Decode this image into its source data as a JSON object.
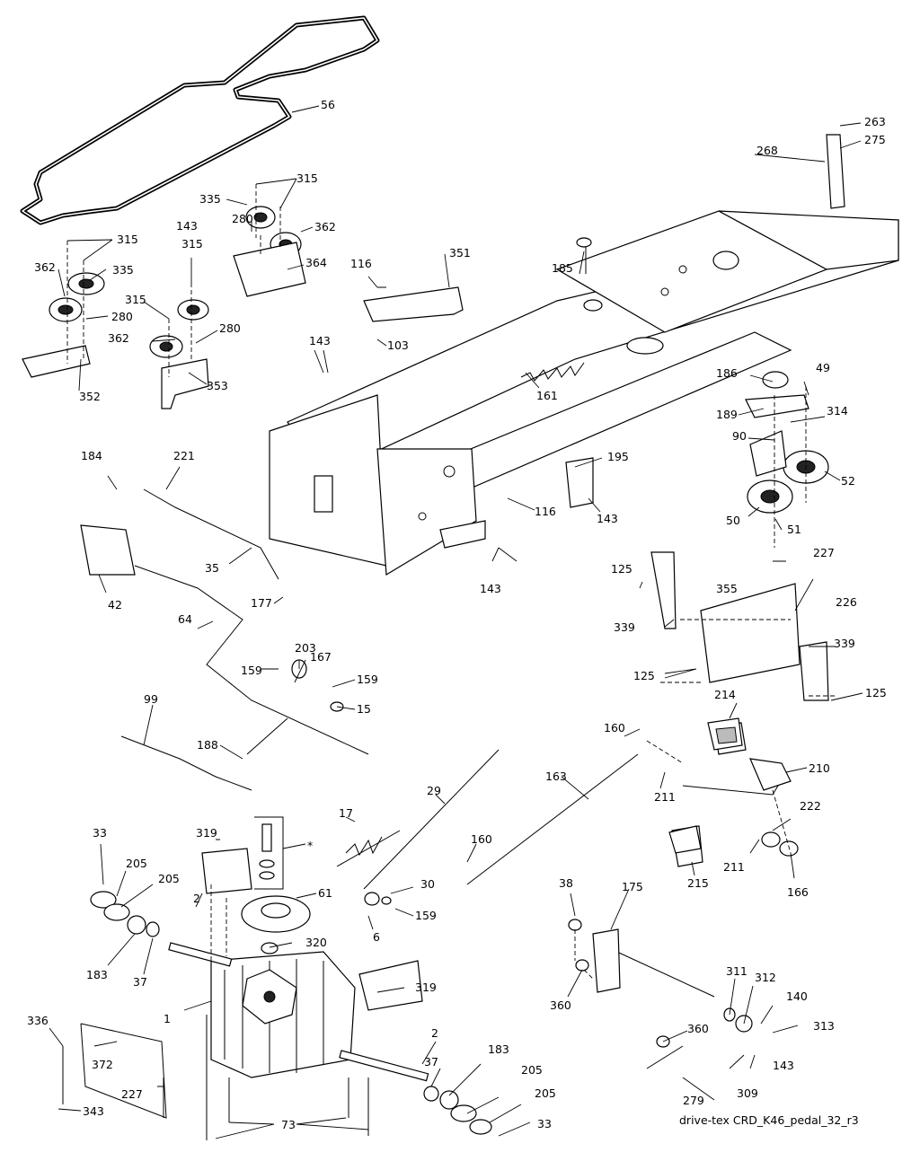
{
  "callouts": [
    {
      "id": "c56",
      "text": "56"
    },
    {
      "id": "c263",
      "text": "263"
    },
    {
      "id": "c275",
      "text": "275"
    },
    {
      "id": "c268",
      "text": "268"
    },
    {
      "id": "c315a",
      "text": "315"
    },
    {
      "id": "c335a",
      "text": "335"
    },
    {
      "id": "c362a",
      "text": "362"
    },
    {
      "id": "c280a",
      "text": "280"
    },
    {
      "id": "c143a",
      "text": "143"
    },
    {
      "id": "c364",
      "text": "364"
    },
    {
      "id": "c315b",
      "text": "315"
    },
    {
      "id": "c362b",
      "text": "362"
    },
    {
      "id": "c335b",
      "text": "335"
    },
    {
      "id": "c280b",
      "text": "280"
    },
    {
      "id": "c315c",
      "text": "315"
    },
    {
      "id": "c315d",
      "text": "315"
    },
    {
      "id": "c362c",
      "text": "362"
    },
    {
      "id": "c280c",
      "text": "280"
    },
    {
      "id": "c352",
      "text": "352"
    },
    {
      "id": "c353",
      "text": "353"
    },
    {
      "id": "c116a",
      "text": "116"
    },
    {
      "id": "c351",
      "text": "351"
    },
    {
      "id": "c103",
      "text": "103"
    },
    {
      "id": "c185",
      "text": "185"
    },
    {
      "id": "c143b",
      "text": "143"
    },
    {
      "id": "c161",
      "text": "161"
    },
    {
      "id": "c186",
      "text": "186"
    },
    {
      "id": "c49",
      "text": "49"
    },
    {
      "id": "c189",
      "text": "189"
    },
    {
      "id": "c314",
      "text": "314"
    },
    {
      "id": "c90",
      "text": "90"
    },
    {
      "id": "c52",
      "text": "52"
    },
    {
      "id": "c50",
      "text": "50"
    },
    {
      "id": "c51",
      "text": "51"
    },
    {
      "id": "c184",
      "text": "184"
    },
    {
      "id": "c221",
      "text": "221"
    },
    {
      "id": "c195",
      "text": "195"
    },
    {
      "id": "c116b",
      "text": "116"
    },
    {
      "id": "c143c",
      "text": "143"
    },
    {
      "id": "c35",
      "text": "35"
    },
    {
      "id": "c42",
      "text": "42"
    },
    {
      "id": "c177",
      "text": "177"
    },
    {
      "id": "c143d",
      "text": "143"
    },
    {
      "id": "c125a",
      "text": "125"
    },
    {
      "id": "c227a",
      "text": "227"
    },
    {
      "id": "c355",
      "text": "355"
    },
    {
      "id": "c226",
      "text": "226"
    },
    {
      "id": "c339a",
      "text": "339"
    },
    {
      "id": "c339b",
      "text": "339"
    },
    {
      "id": "c125b",
      "text": "125"
    },
    {
      "id": "c125c",
      "text": "125"
    },
    {
      "id": "c64",
      "text": "64"
    },
    {
      "id": "c203",
      "text": "203"
    },
    {
      "id": "c167",
      "text": "167"
    },
    {
      "id": "c159a",
      "text": "159"
    },
    {
      "id": "c159b",
      "text": "159"
    },
    {
      "id": "c15",
      "text": "15"
    },
    {
      "id": "c99",
      "text": "99"
    },
    {
      "id": "c188",
      "text": "188"
    },
    {
      "id": "c214",
      "text": "214"
    },
    {
      "id": "c160a",
      "text": "160"
    },
    {
      "id": "c210",
      "text": "210"
    },
    {
      "id": "c163",
      "text": "163"
    },
    {
      "id": "c211a",
      "text": "211"
    },
    {
      "id": "c222",
      "text": "222"
    },
    {
      "id": "c211b",
      "text": "211"
    },
    {
      "id": "c166",
      "text": "166"
    },
    {
      "id": "c29",
      "text": "29"
    },
    {
      "id": "c17",
      "text": "17"
    },
    {
      "id": "c160b",
      "text": "160"
    },
    {
      "id": "c215",
      "text": "215"
    },
    {
      "id": "c33a",
      "text": "33"
    },
    {
      "id": "c319a",
      "text": "319"
    },
    {
      "id": "cstar",
      "text": "*"
    },
    {
      "id": "c205a",
      "text": "205"
    },
    {
      "id": "c205b",
      "text": "205"
    },
    {
      "id": "c61",
      "text": "61"
    },
    {
      "id": "c30",
      "text": "30"
    },
    {
      "id": "c2a",
      "text": "2"
    },
    {
      "id": "c320",
      "text": "320"
    },
    {
      "id": "c6",
      "text": "6"
    },
    {
      "id": "c159c",
      "text": "159"
    },
    {
      "id": "c183a",
      "text": "183"
    },
    {
      "id": "c37a",
      "text": "37"
    },
    {
      "id": "c38",
      "text": "38"
    },
    {
      "id": "c175",
      "text": "175"
    },
    {
      "id": "c360a",
      "text": "360"
    },
    {
      "id": "c311",
      "text": "311"
    },
    {
      "id": "c312",
      "text": "312"
    },
    {
      "id": "c140",
      "text": "140"
    },
    {
      "id": "c313",
      "text": "313"
    },
    {
      "id": "c319b",
      "text": "319"
    },
    {
      "id": "c1",
      "text": "1"
    },
    {
      "id": "c336",
      "text": "336"
    },
    {
      "id": "c372",
      "text": "372"
    },
    {
      "id": "c2b",
      "text": "2"
    },
    {
      "id": "c37b",
      "text": "37"
    },
    {
      "id": "c183b",
      "text": "183"
    },
    {
      "id": "c205c",
      "text": "205"
    },
    {
      "id": "c205d",
      "text": "205"
    },
    {
      "id": "c360b",
      "text": "360"
    },
    {
      "id": "c143e",
      "text": "143"
    },
    {
      "id": "c309",
      "text": "309"
    },
    {
      "id": "c227b",
      "text": "227"
    },
    {
      "id": "c343",
      "text": "343"
    },
    {
      "id": "c279",
      "text": "279"
    },
    {
      "id": "c73",
      "text": "73"
    },
    {
      "id": "c33b",
      "text": "33"
    }
  ],
  "caption": "drive-tex CRD_K46_pedal_32_r3"
}
